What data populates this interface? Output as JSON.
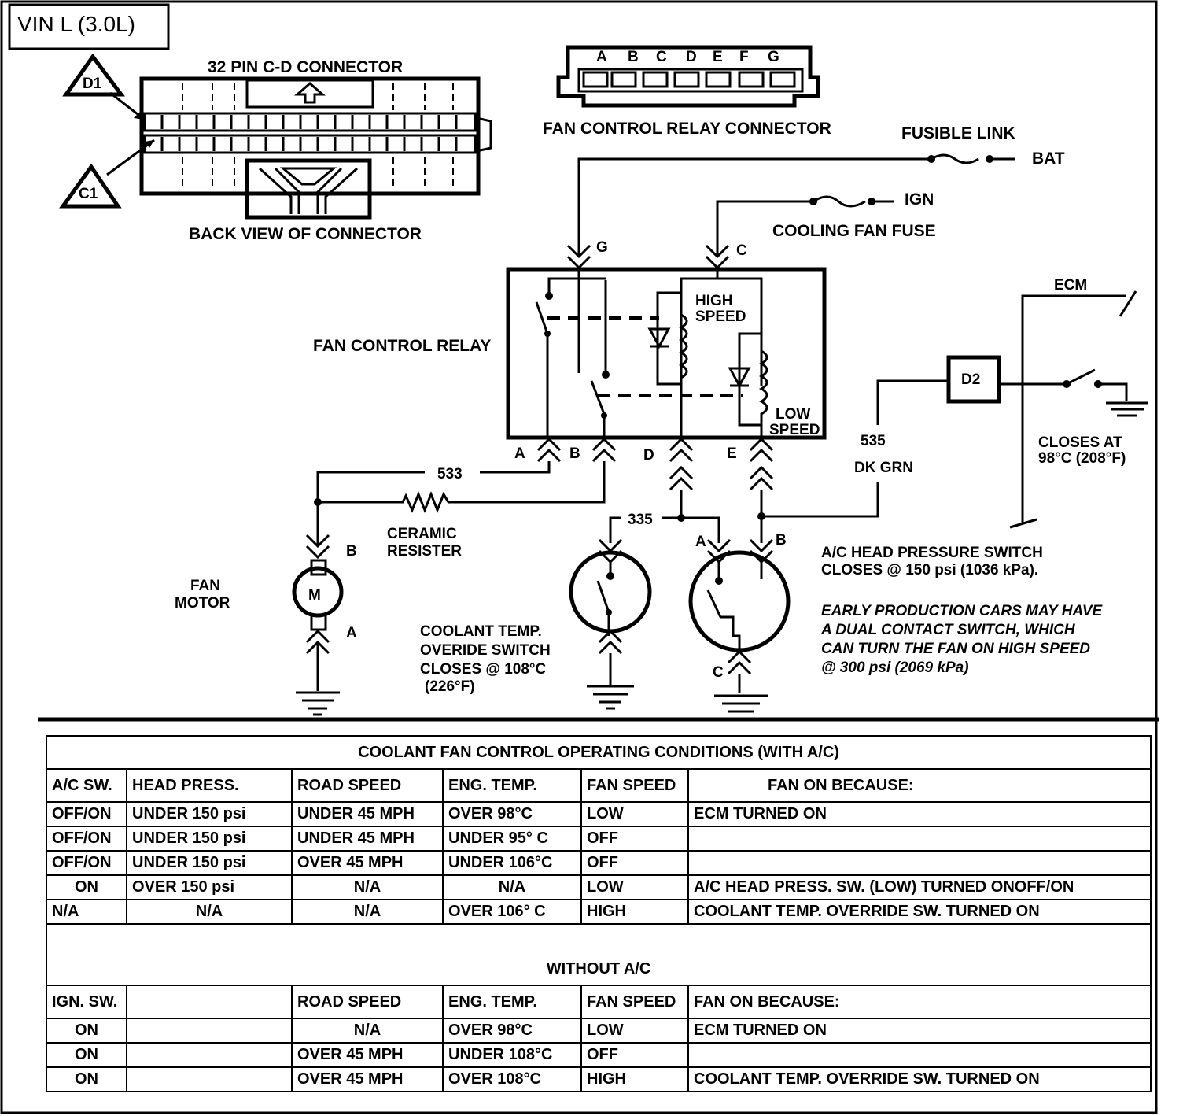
{
  "diagram": {
    "title": "VIN L (3.0L)",
    "connector_32pin": {
      "title": "32 PIN C-D CONNECTOR",
      "subtitle": "BACK VIEW OF CONNECTOR",
      "marker_d1": "D1",
      "marker_c1": "C1"
    },
    "relay_connector": {
      "title": "FAN CONTROL RELAY CONNECTOR",
      "pins": [
        "A",
        "B",
        "C",
        "D",
        "E",
        "F",
        "G"
      ]
    },
    "labels": {
      "fusible_link": "FUSIBLE LINK",
      "bat": "BAT",
      "ign": "IGN",
      "cooling_fan_fuse": "COOLING FAN FUSE",
      "fan_control_relay": "FAN CONTROL RELAY",
      "high_speed_1": "HIGH",
      "high_speed_2": "SPEED",
      "low_speed_1": "LOW",
      "low_speed_2": "SPEED",
      "ecm": "ECM",
      "d2": "D2",
      "closes_at_1": "CLOSES AT",
      "closes_at_2": "98°C (208°F)",
      "wire_535": "535",
      "wire_535_color": "DK GRN",
      "wire_533": "533",
      "wire_335": "335",
      "ceramic_1": "CERAMIC",
      "ceramic_2": "RESISTER",
      "fan_motor_1": "FAN",
      "fan_motor_2": "MOTOR",
      "motor_m": "M",
      "coolant_1": "COOLANT TEMP.",
      "coolant_2": "OVERIDE SWITCH",
      "coolant_3": "CLOSES @ 108°C",
      "coolant_4": "(226°F)",
      "ac_1": "A/C HEAD PRESSURE SWITCH",
      "ac_2": "CLOSES @ 150 psi (1036 kPa).",
      "early_1": "EARLY PRODUCTION CARS MAY HAVE",
      "early_2": "A DUAL CONTACT SWITCH, WHICH",
      "early_3": "CAN TURN THE FAN ON HIGH SPEED",
      "early_4": "@ 300 psi (2069 kPa)"
    },
    "pins": {
      "g": "G",
      "c": "C",
      "a": "A",
      "b": "B",
      "d": "D",
      "e": "E",
      "motor_b": "B",
      "motor_a": "A",
      "sw_a": "A",
      "sw_b": "B",
      "sw_c": "C"
    }
  },
  "table_ac": {
    "caption": "COOLANT FAN CONTROL OPERATING CONDITIONS (WITH A/C)",
    "headers": [
      "A/C SW.",
      "HEAD PRESS.",
      "ROAD SPEED",
      "ENG. TEMP.",
      "FAN SPEED",
      "FAN ON BECAUSE:"
    ],
    "rows": [
      [
        "OFF/ON",
        "UNDER 150 psi",
        "UNDER 45 MPH",
        "OVER 98°C",
        "LOW",
        "ECM TURNED ON"
      ],
      [
        "OFF/ON",
        "UNDER 150 psi",
        "UNDER 45 MPH",
        "UNDER 95° C",
        "OFF",
        ""
      ],
      [
        "OFF/ON",
        "UNDER 150 psi",
        "OVER 45 MPH",
        "UNDER 106°C",
        "OFF",
        ""
      ],
      [
        "ON",
        "OVER 150 psi",
        "N/A",
        "N/A",
        "LOW",
        "A/C HEAD PRESS. SW. (LOW) TURNED ONOFF/ON"
      ],
      [
        "N/A",
        "N/A",
        "N/A",
        "OVER 106° C",
        "HIGH",
        "COOLANT TEMP. OVERRIDE SW. TURNED ON"
      ]
    ]
  },
  "table_noac": {
    "caption": "WITHOUT A/C",
    "headers": [
      "IGN. SW.",
      "",
      "ROAD SPEED",
      "ENG. TEMP.",
      "FAN SPEED",
      "FAN ON BECAUSE:"
    ],
    "rows": [
      [
        "ON",
        "",
        "N/A",
        "OVER 98°C",
        "LOW",
        "ECM TURNED ON"
      ],
      [
        "ON",
        "",
        "OVER 45 MPH",
        "UNDER 108°C",
        "OFF",
        ""
      ],
      [
        "ON",
        "",
        "OVER 45 MPH",
        "OVER 108°C",
        "HIGH",
        "COOLANT TEMP. OVERRIDE SW. TURNED ON"
      ]
    ]
  }
}
